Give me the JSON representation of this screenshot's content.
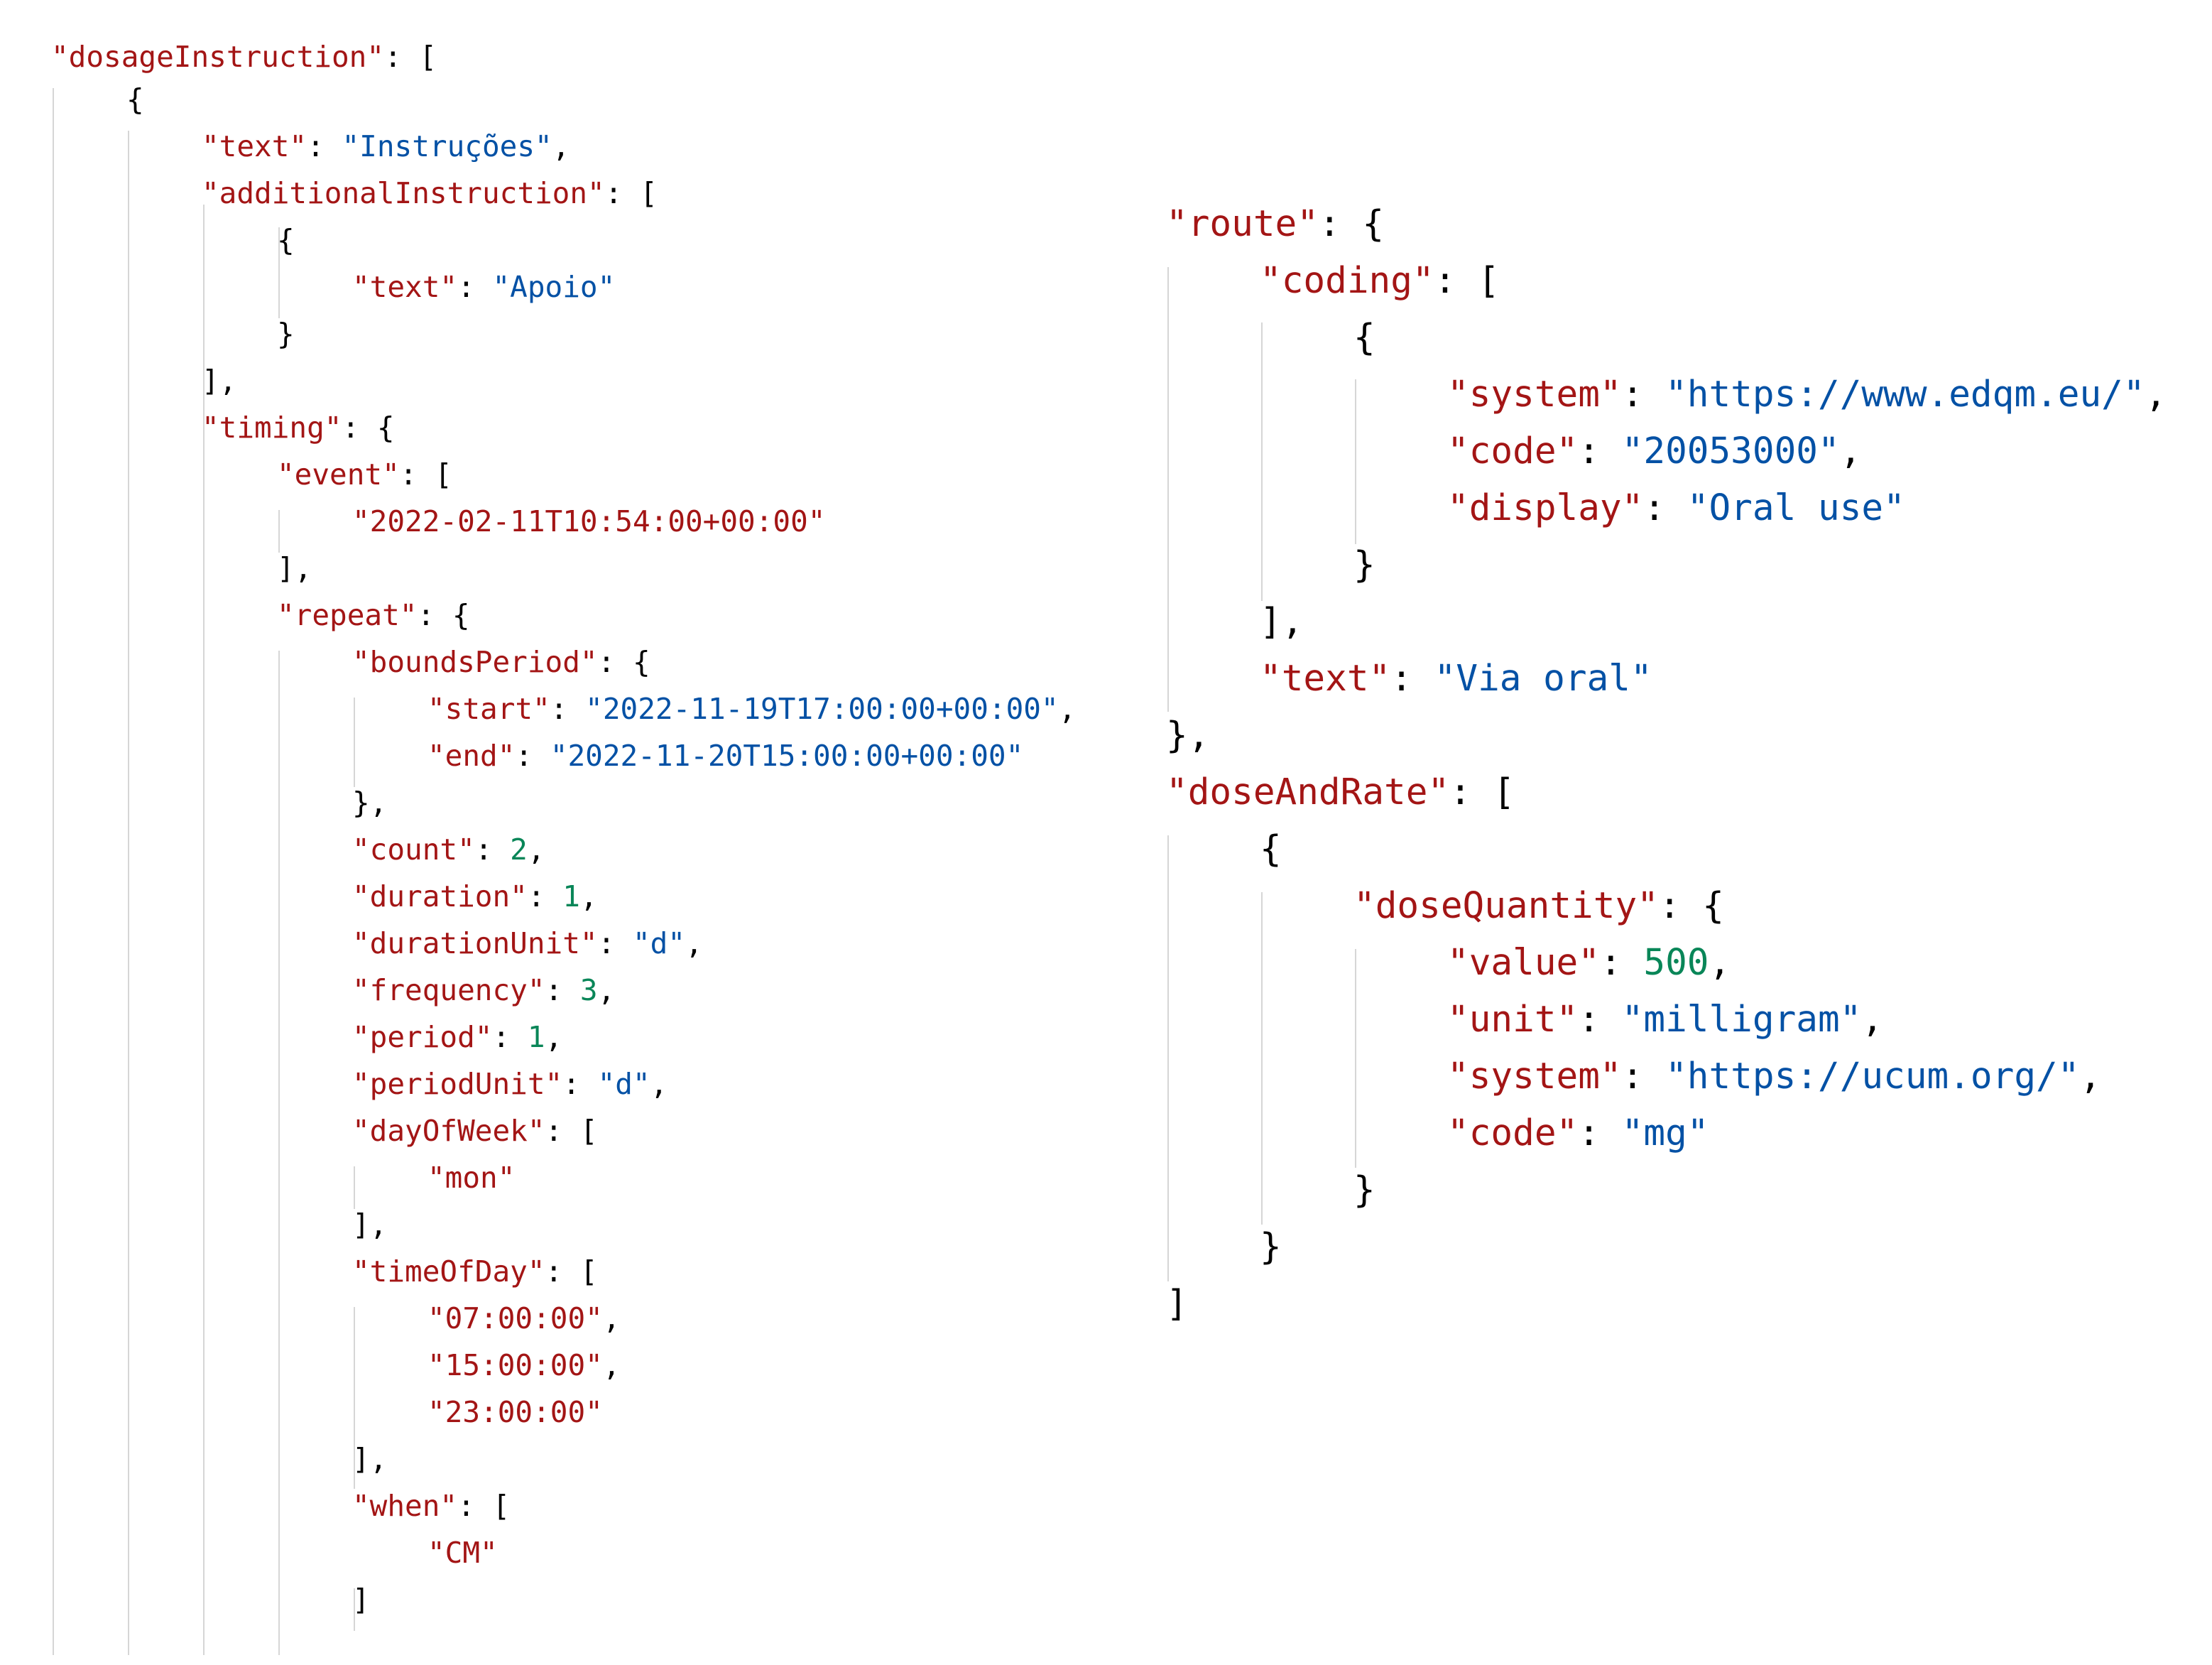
{
  "left_panel": {
    "lines": [
      [
        {
          "t": "\"dosageInstruction\"",
          "c": "key"
        },
        {
          "t": ": [",
          "c": "punc"
        }
      ],
      [
        {
          "t": "{",
          "c": "punc"
        }
      ],
      [
        {
          "t": "\"text\"",
          "c": "key"
        },
        {
          "t": ": ",
          "c": "punc"
        },
        {
          "t": "\"Instruções\"",
          "c": "str"
        },
        {
          "t": ",",
          "c": "punc"
        }
      ],
      [
        {
          "t": "\"additionalInstruction\"",
          "c": "key"
        },
        {
          "t": ": [",
          "c": "punc"
        }
      ],
      [
        {
          "t": "{",
          "c": "punc"
        }
      ],
      [
        {
          "t": "\"text\"",
          "c": "key"
        },
        {
          "t": ": ",
          "c": "punc"
        },
        {
          "t": "\"Apoio\"",
          "c": "str"
        }
      ],
      [
        {
          "t": "}",
          "c": "punc"
        }
      ],
      [
        {
          "t": "],",
          "c": "punc"
        }
      ],
      [
        {
          "t": "\"timing\"",
          "c": "key"
        },
        {
          "t": ": {",
          "c": "punc"
        }
      ],
      [
        {
          "t": "\"event\"",
          "c": "key"
        },
        {
          "t": ": [",
          "c": "punc"
        }
      ],
      [
        {
          "t": "\"2022-02-11T10:54:00+00:00\"",
          "c": "key"
        }
      ],
      [
        {
          "t": "],",
          "c": "punc"
        }
      ],
      [
        {
          "t": "\"repeat\"",
          "c": "key"
        },
        {
          "t": ": {",
          "c": "punc"
        }
      ],
      [
        {
          "t": "\"boundsPeriod\"",
          "c": "key"
        },
        {
          "t": ": {",
          "c": "punc"
        }
      ],
      [
        {
          "t": "\"start\"",
          "c": "key"
        },
        {
          "t": ": ",
          "c": "punc"
        },
        {
          "t": "\"2022-11-19T17:00:00+00:00\"",
          "c": "str"
        },
        {
          "t": ",",
          "c": "punc"
        }
      ],
      [
        {
          "t": "\"end\"",
          "c": "key"
        },
        {
          "t": ": ",
          "c": "punc"
        },
        {
          "t": "\"2022-11-20T15:00:00+00:00\"",
          "c": "str"
        }
      ],
      [
        {
          "t": "},",
          "c": "punc"
        }
      ],
      [
        {
          "t": "\"count\"",
          "c": "key"
        },
        {
          "t": ": ",
          "c": "punc"
        },
        {
          "t": "2",
          "c": "num"
        },
        {
          "t": ",",
          "c": "punc"
        }
      ],
      [
        {
          "t": "\"duration\"",
          "c": "key"
        },
        {
          "t": ": ",
          "c": "punc"
        },
        {
          "t": "1",
          "c": "num"
        },
        {
          "t": ",",
          "c": "punc"
        }
      ],
      [
        {
          "t": "\"durationUnit\"",
          "c": "key"
        },
        {
          "t": ": ",
          "c": "punc"
        },
        {
          "t": "\"d\"",
          "c": "str"
        },
        {
          "t": ",",
          "c": "punc"
        }
      ],
      [
        {
          "t": "\"frequency\"",
          "c": "key"
        },
        {
          "t": ": ",
          "c": "punc"
        },
        {
          "t": "3",
          "c": "num"
        },
        {
          "t": ",",
          "c": "punc"
        }
      ],
      [
        {
          "t": "\"period\"",
          "c": "key"
        },
        {
          "t": ": ",
          "c": "punc"
        },
        {
          "t": "1",
          "c": "num"
        },
        {
          "t": ",",
          "c": "punc"
        }
      ],
      [
        {
          "t": "\"periodUnit\"",
          "c": "key"
        },
        {
          "t": ": ",
          "c": "punc"
        },
        {
          "t": "\"d\"",
          "c": "str"
        },
        {
          "t": ",",
          "c": "punc"
        }
      ],
      [
        {
          "t": "\"dayOfWeek\"",
          "c": "key"
        },
        {
          "t": ": [",
          "c": "punc"
        }
      ],
      [
        {
          "t": "\"mon\"",
          "c": "key"
        }
      ],
      [
        {
          "t": "],",
          "c": "punc"
        }
      ],
      [
        {
          "t": "\"timeOfDay\"",
          "c": "key"
        },
        {
          "t": ": [",
          "c": "punc"
        }
      ],
      [
        {
          "t": "\"07:00:00\"",
          "c": "key"
        },
        {
          "t": ",",
          "c": "punc"
        }
      ],
      [
        {
          "t": "\"15:00:00\"",
          "c": "key"
        },
        {
          "t": ",",
          "c": "punc"
        }
      ],
      [
        {
          "t": "\"23:00:00\"",
          "c": "key"
        }
      ],
      [
        {
          "t": "],",
          "c": "punc"
        }
      ],
      [
        {
          "t": "\"when\"",
          "c": "key"
        },
        {
          "t": ": [",
          "c": "punc"
        }
      ],
      [
        {
          "t": "\"CM\"",
          "c": "key"
        }
      ],
      [
        {
          "t": "]",
          "c": "punc"
        }
      ]
    ]
  },
  "right_panel": {
    "lines": [
      [
        {
          "t": "\"route\"",
          "c": "key"
        },
        {
          "t": ": {",
          "c": "punc"
        }
      ],
      [
        {
          "t": "\"coding\"",
          "c": "key"
        },
        {
          "t": ": [",
          "c": "punc"
        }
      ],
      [
        {
          "t": "{",
          "c": "punc"
        }
      ],
      [
        {
          "t": "\"system\"",
          "c": "key"
        },
        {
          "t": ": ",
          "c": "punc"
        },
        {
          "t": "\"https://www.edqm.eu/\"",
          "c": "str"
        },
        {
          "t": ",",
          "c": "punc"
        }
      ],
      [
        {
          "t": "\"code\"",
          "c": "key"
        },
        {
          "t": ": ",
          "c": "punc"
        },
        {
          "t": "\"20053000\"",
          "c": "str"
        },
        {
          "t": ",",
          "c": "punc"
        }
      ],
      [
        {
          "t": "\"display\"",
          "c": "key"
        },
        {
          "t": ": ",
          "c": "punc"
        },
        {
          "t": "\"Oral use\"",
          "c": "str"
        }
      ],
      [
        {
          "t": "}",
          "c": "punc"
        }
      ],
      [
        {
          "t": "],",
          "c": "punc"
        }
      ],
      [
        {
          "t": "\"text\"",
          "c": "key"
        },
        {
          "t": ": ",
          "c": "punc"
        },
        {
          "t": "\"Via oral\"",
          "c": "str"
        }
      ],
      [
        {
          "t": "},",
          "c": "punc"
        }
      ],
      [
        {
          "t": "\"doseAndRate\"",
          "c": "key"
        },
        {
          "t": ": [",
          "c": "punc"
        }
      ],
      [
        {
          "t": "{",
          "c": "punc"
        }
      ],
      [
        {
          "t": "\"doseQuantity\"",
          "c": "key"
        },
        {
          "t": ": {",
          "c": "punc"
        }
      ],
      [
        {
          "t": "\"value\"",
          "c": "key"
        },
        {
          "t": ": ",
          "c": "punc"
        },
        {
          "t": "500",
          "c": "num"
        },
        {
          "t": ",",
          "c": "punc"
        }
      ],
      [
        {
          "t": "\"unit\"",
          "c": "key"
        },
        {
          "t": ": ",
          "c": "punc"
        },
        {
          "t": "\"milligram\"",
          "c": "str"
        },
        {
          "t": ",",
          "c": "punc"
        }
      ],
      [
        {
          "t": "\"system\"",
          "c": "key"
        },
        {
          "t": ": ",
          "c": "punc"
        },
        {
          "t": "\"https://ucum.org/\"",
          "c": "str"
        },
        {
          "t": ",",
          "c": "punc"
        }
      ],
      [
        {
          "t": "\"code\"",
          "c": "key"
        },
        {
          "t": ": ",
          "c": "punc"
        },
        {
          "t": "\"mg\"",
          "c": "str"
        }
      ],
      [
        {
          "t": "}",
          "c": "punc"
        }
      ],
      [
        {
          "t": "}",
          "c": "punc"
        }
      ],
      [
        {
          "t": "]",
          "c": "punc"
        }
      ]
    ]
  },
  "colors": {
    "key": "#a31515",
    "string": "#0451a5",
    "number": "#098658",
    "punctuation": "#000000",
    "indent_guide": "#d6d6d6"
  }
}
